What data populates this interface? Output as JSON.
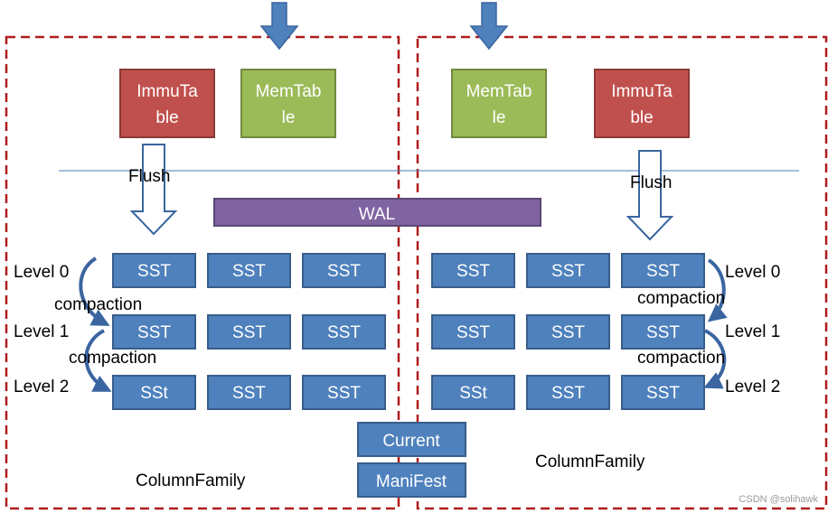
{
  "colors": {
    "immutable": "#c0504d",
    "memtable": "#9bbb59",
    "sst": "#4f81bd",
    "wal": "#8064a2",
    "frame": "#b01c1c",
    "arrow_fill": "#4f81bd",
    "divider": "#4a7ab5"
  },
  "left_family": {
    "immutable": [
      "ImmuTa",
      "ble"
    ],
    "memtable": [
      "MemTab",
      "le"
    ],
    "flush": "Flush",
    "levels": [
      "Level 0",
      "Level 1",
      "Level 2"
    ],
    "compactions": [
      "compaction",
      "compaction"
    ],
    "rows": [
      [
        "SST",
        "SST",
        "SST"
      ],
      [
        "SST",
        "SST",
        "SST"
      ],
      [
        "SSt",
        "SST",
        "SST"
      ]
    ],
    "label": "ColumnFamily"
  },
  "right_family": {
    "memtable": [
      "MemTab",
      "le"
    ],
    "immutable": [
      "ImmuTa",
      "ble"
    ],
    "flush": "Flush",
    "levels": [
      "Level 0",
      "Level 1",
      "Level 2"
    ],
    "compactions": [
      "compaction",
      "compaction"
    ],
    "rows": [
      [
        "SST",
        "SST",
        "SST"
      ],
      [
        "SST",
        "SST",
        "SST"
      ],
      [
        "SSt",
        "SST",
        "SST"
      ]
    ],
    "label": "ColumnFamily"
  },
  "wal": "WAL",
  "current": "Current",
  "manifest": "ManiFest",
  "watermark": "CSDN @solihawk"
}
